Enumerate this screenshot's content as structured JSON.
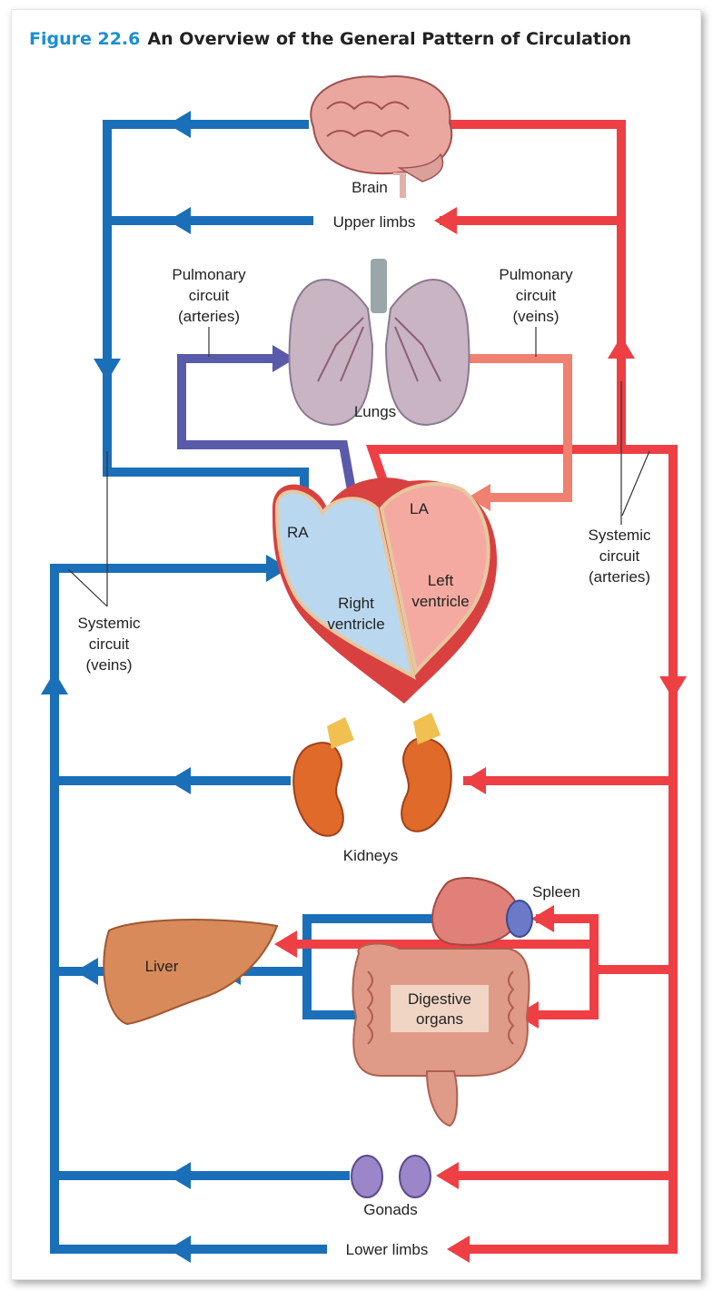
{
  "figure": {
    "number": "Figure 22.6",
    "title": "An Overview of the General Pattern of Circulation"
  },
  "organs": {
    "brain": "Brain",
    "upper_limbs": "Upper limbs",
    "lungs": "Lungs",
    "ra": "RA",
    "la": "LA",
    "right_ventricle": [
      "Right",
      "ventricle"
    ],
    "left_ventricle": [
      "Left",
      "ventricle"
    ],
    "kidneys": "Kidneys",
    "spleen": "Spleen",
    "liver": "Liver",
    "digestive": [
      "Digestive",
      "organs"
    ],
    "gonads": "Gonads",
    "lower_limbs": "Lower limbs"
  },
  "callouts": {
    "pulm_arteries": [
      "Pulmonary",
      "circuit",
      "(arteries)"
    ],
    "pulm_veins": [
      "Pulmonary",
      "circuit",
      "(veins)"
    ],
    "sys_arteries": [
      "Systemic",
      "circuit",
      "(arteries)"
    ],
    "sys_veins": [
      "Systemic",
      "circuit",
      "(veins)"
    ]
  },
  "colors": {
    "venous": "#1a6fb8",
    "arterial": "#ee3f45",
    "pulmonary_artery": "#5a5aaa",
    "pulmonary_vein": "#f08070"
  }
}
